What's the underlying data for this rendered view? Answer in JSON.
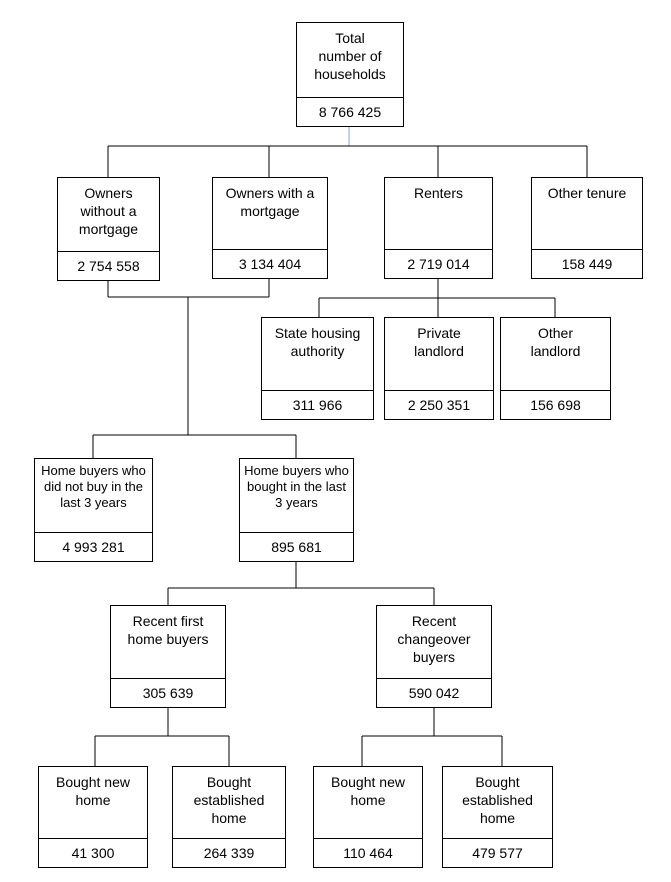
{
  "nodes": {
    "total": {
      "label": "Total number of households",
      "value": "8 766 425"
    },
    "owners_no_mortgage": {
      "label": "Owners without a mortgage",
      "value": "2 754 558"
    },
    "owners_mortgage": {
      "label": "Owners with a mortgage",
      "value": "3 134 404"
    },
    "renters": {
      "label": "Renters",
      "value": "2 719 014"
    },
    "other_tenure": {
      "label": "Other tenure",
      "value": "158 449"
    },
    "state_housing": {
      "label": "State housing authority",
      "value": "311 966"
    },
    "private_landlord": {
      "label": "Private landlord",
      "value": "2 250 351"
    },
    "other_landlord": {
      "label": "Other landlord",
      "value": "156 698"
    },
    "not_recent_buyers": {
      "label": "Home buyers who did not buy in the last 3 years",
      "value": "4 993 281"
    },
    "recent_buyers": {
      "label": "Home buyers who bought in the last 3 years",
      "value": "895 681"
    },
    "first_home": {
      "label": "Recent first home buyers",
      "value": "305 639"
    },
    "changeover": {
      "label": "Recent changeover buyers",
      "value": "590 042"
    },
    "first_new": {
      "label": "Bought new home",
      "value": "41 300"
    },
    "first_established": {
      "label": "Bought established home",
      "value": "264 339"
    },
    "change_new": {
      "label": "Bought new home",
      "value": "110 464"
    },
    "change_established": {
      "label": "Bought established home",
      "value": "479 577"
    }
  },
  "colors": {
    "line": "#000000",
    "highlight_connector": "#7fa7d9"
  }
}
